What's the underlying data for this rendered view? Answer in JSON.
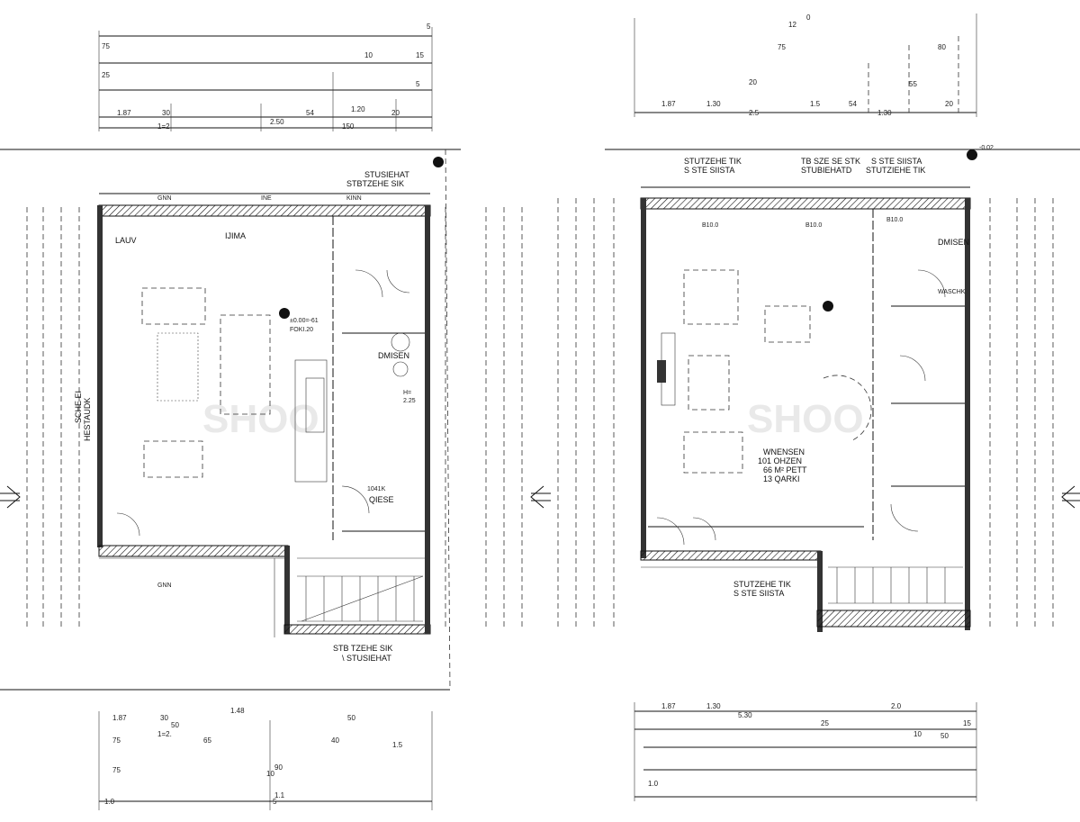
{
  "plans": {
    "left": {
      "labels": {
        "stair_a": "STUSIEHAT",
        "stair_b": "STBTZEHE SIK",
        "stair_c": "STB TZEHE SIK",
        "stair_d": "\\ STUSIEHAT",
        "room_1": "LAUV",
        "room_2": "IJIMA",
        "room_3": "DMISEN",
        "room_4": "QIESE",
        "level_1": "±0.00=-61",
        "level_2": "FOKI.20",
        "level_3": "1041K",
        "side_1": "SCHE EI",
        "side_2": "HESTAUDK",
        "top_1": "GNN",
        "top_2": "INE",
        "top_3": "KINN",
        "bottom_1": "GNN",
        "h_1": "H=",
        "h_2": "2.25"
      },
      "dims_top": [
        "5",
        "75",
        "15",
        "25",
        "10",
        "5",
        "1.87",
        "30",
        "1.20",
        "20",
        "2.50",
        "54",
        "1=2",
        "150"
      ],
      "dims_bottom": [
        "1.87",
        "30",
        "50",
        "1.48",
        "50",
        "75",
        "65",
        "1=2.",
        "40",
        "1.5",
        "75",
        "10",
        "90",
        "1.0",
        "5",
        "1.1"
      ]
    },
    "right": {
      "labels": {
        "stair_a": "STUTZEHE TIK",
        "stair_b": "S STE SIISTA",
        "stair_c": "TB SZE SE STK",
        "stair_d": "STUBIEHATD",
        "stair_e": "S STE SIISTA",
        "stair_f": "STUTZIEHE TIK",
        "stair_g": "STUTZEHE TIK",
        "stair_h": "S STE SIISTA",
        "room_1": "DMISEN",
        "room_2": "WASCHK",
        "room_3": "WNENSEN",
        "room_4": "101 OHZEN",
        "room_5": "66 M² PETT",
        "room_6": "13 QARKI",
        "level_1": "-0.02",
        "level_2": "B10.0",
        "level_3": "B10.0",
        "level_4": "B10.0"
      },
      "dims_top": [
        "12",
        "0",
        "75",
        "20",
        "80",
        "55",
        "1.87",
        "1.30",
        "2.5",
        "1.5",
        "54",
        "1.30",
        "20"
      ],
      "dims_bottom": [
        "1.87",
        "1.30",
        "5.30",
        "2.0",
        "25",
        "15",
        "10",
        "1.0",
        "50"
      ]
    }
  },
  "watermark": "SHOO"
}
